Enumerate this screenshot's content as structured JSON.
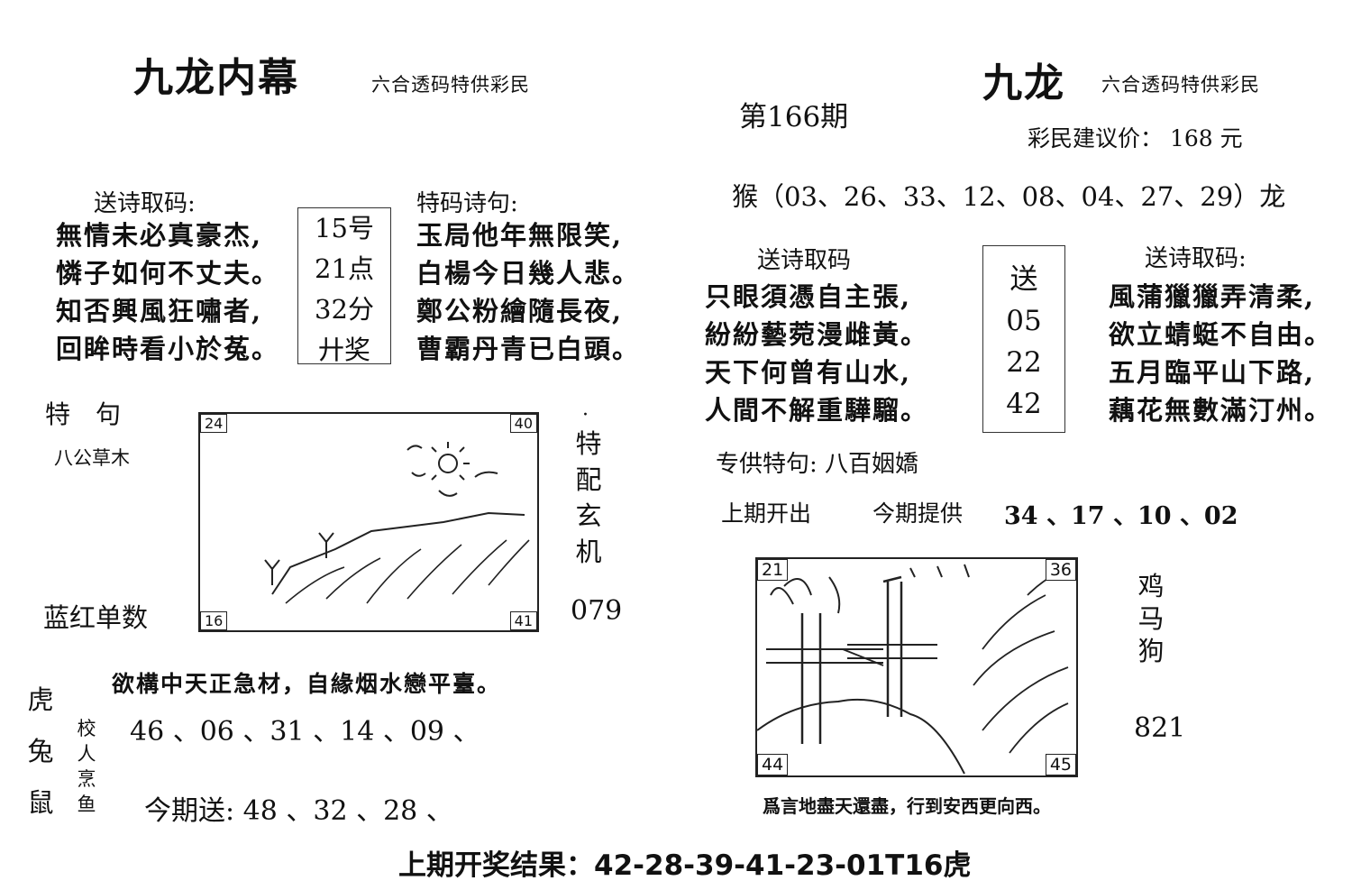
{
  "left": {
    "title": "九龙内幕",
    "subtitle": "六合透码特供彩民",
    "poem_heading": "送诗取码:",
    "poem": [
      "無情未必真豪杰,",
      "憐子如何不丈夫。",
      "知否興風狂嘯者,",
      "回眸時看小於菟。"
    ],
    "middle_box": [
      "15号",
      "21点",
      "32分",
      "廾奖"
    ],
    "special_heading": "特码诗句:",
    "special_poem": [
      "玉局他年無限笑,",
      "白楊今日幾人悲。",
      "鄭公粉繪隨長夜,",
      "曹霸丹青已白頭。"
    ],
    "tejuju_label": "特　句",
    "tejuju_value": "八公草木",
    "corners": {
      "tl": "24",
      "tr": "40",
      "bl": "16",
      "br": "41"
    },
    "vertical": [
      "特",
      "配",
      "玄",
      "机"
    ],
    "vertical_dot": "·",
    "lanhong_label": "蓝红单数",
    "lanhong_value": "079",
    "verse": "欲構中天正急材，自緣烟水戀平臺。",
    "animals": [
      "虎",
      "兔",
      "鼠"
    ],
    "small_vertical": [
      "校",
      "人",
      "烹",
      "鱼"
    ],
    "numbers": "46 、06 、31 、14 、09 、",
    "jinqi": "今期送: 48 、32 、28 、"
  },
  "center": {
    "issue": "第166期"
  },
  "right": {
    "title": "九龙",
    "subtitle": "六合透码特供彩民",
    "price": "彩民建议价： 168 元",
    "monkey_line": "猴（03、26、33、12、08、04、27、29）龙",
    "poem_heading_left": "送诗取码",
    "poem_left": [
      "只眼須憑自主張,",
      "紛紛藝菀漫雌黃。",
      "天下何曾有山水,",
      "人間不解重驊騮。"
    ],
    "box": [
      "送",
      "05",
      "22",
      "42"
    ],
    "poem_heading_right": "送诗取码:",
    "poem_right": [
      "風蒲獵獵弄清柔,",
      "欲立蜻蜓不自由。",
      "五月臨平山下路,",
      "藕花無數滿汀州。"
    ],
    "zhuangong": "专供特句: 八百姻嬌",
    "shangqi": "上期开出",
    "jinqi_label": "今期提供",
    "jinqi_numbers": "34 、17 、10 、02",
    "corners": {
      "tl": "21",
      "tr": "36",
      "bl": "44",
      "br": "45"
    },
    "animals": [
      "鸡",
      "马",
      "狗"
    ],
    "code": "821",
    "verse": "爲言地盡天還盡，行到安西更向西。"
  },
  "footer": "上期开奖结果：42-28-39-41-23-01T16虎"
}
